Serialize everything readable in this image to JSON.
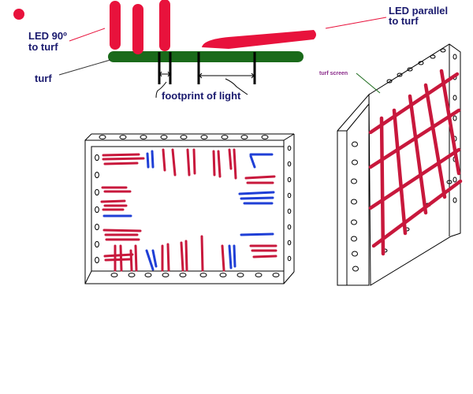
{
  "labels": {
    "led_90_line1": "LED 90º",
    "led_90_line2": "to turf",
    "led_parallel_line1": "LED parallel",
    "led_parallel_line2": "to turf",
    "turf": "turf",
    "footprint": "footprint of light",
    "turf_screen": "turf screen"
  },
  "colors": {
    "led_red": "#e8123c",
    "turf_green": "#1a6a1a",
    "label_navy": "#1a1a6e",
    "screen_label_purple": "#8a2b8a",
    "blue_led": "#1f3fd6",
    "red_strip": "#c8183c"
  }
}
